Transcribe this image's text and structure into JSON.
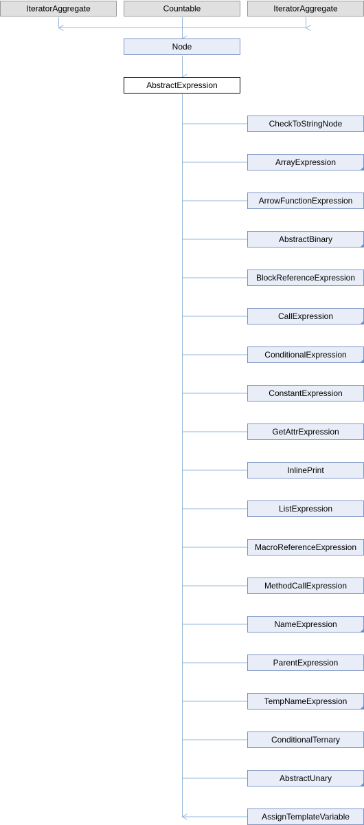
{
  "diagram": {
    "interfaces": [
      {
        "label": "IteratorAggregate"
      },
      {
        "label": "Countable"
      },
      {
        "label": "IteratorAggregate"
      }
    ],
    "parent": {
      "label": "Node"
    },
    "focus": {
      "label": "AbstractExpression"
    },
    "children": [
      {
        "label": "CheckToStringNode",
        "has_subclasses": false
      },
      {
        "label": "ArrayExpression",
        "has_subclasses": true
      },
      {
        "label": "ArrowFunctionExpression",
        "has_subclasses": false
      },
      {
        "label": "AbstractBinary",
        "has_subclasses": true
      },
      {
        "label": "BlockReferenceExpression",
        "has_subclasses": false
      },
      {
        "label": "CallExpression",
        "has_subclasses": true
      },
      {
        "label": "ConditionalExpression",
        "has_subclasses": true
      },
      {
        "label": "ConstantExpression",
        "has_subclasses": false
      },
      {
        "label": "GetAttrExpression",
        "has_subclasses": false
      },
      {
        "label": "InlinePrint",
        "has_subclasses": false
      },
      {
        "label": "ListExpression",
        "has_subclasses": false
      },
      {
        "label": "MacroReferenceExpression",
        "has_subclasses": false
      },
      {
        "label": "MethodCallExpression",
        "has_subclasses": false
      },
      {
        "label": "NameExpression",
        "has_subclasses": true
      },
      {
        "label": "ParentExpression",
        "has_subclasses": false
      },
      {
        "label": "TempNameExpression",
        "has_subclasses": true
      },
      {
        "label": "ConditionalTernary",
        "has_subclasses": false
      },
      {
        "label": "AbstractUnary",
        "has_subclasses": true
      },
      {
        "label": "AssignTemplateVariable",
        "has_subclasses": false
      }
    ],
    "colors": {
      "interface_fill": "#e0e0e0",
      "interface_stroke": "#999999",
      "class_fill": "#e8edf8",
      "class_stroke": "#7c95c6",
      "focus_fill": "#ffffff",
      "focus_stroke": "#000000",
      "edge": "#93b6d8",
      "corner_marker": "#6f8fc5"
    }
  }
}
